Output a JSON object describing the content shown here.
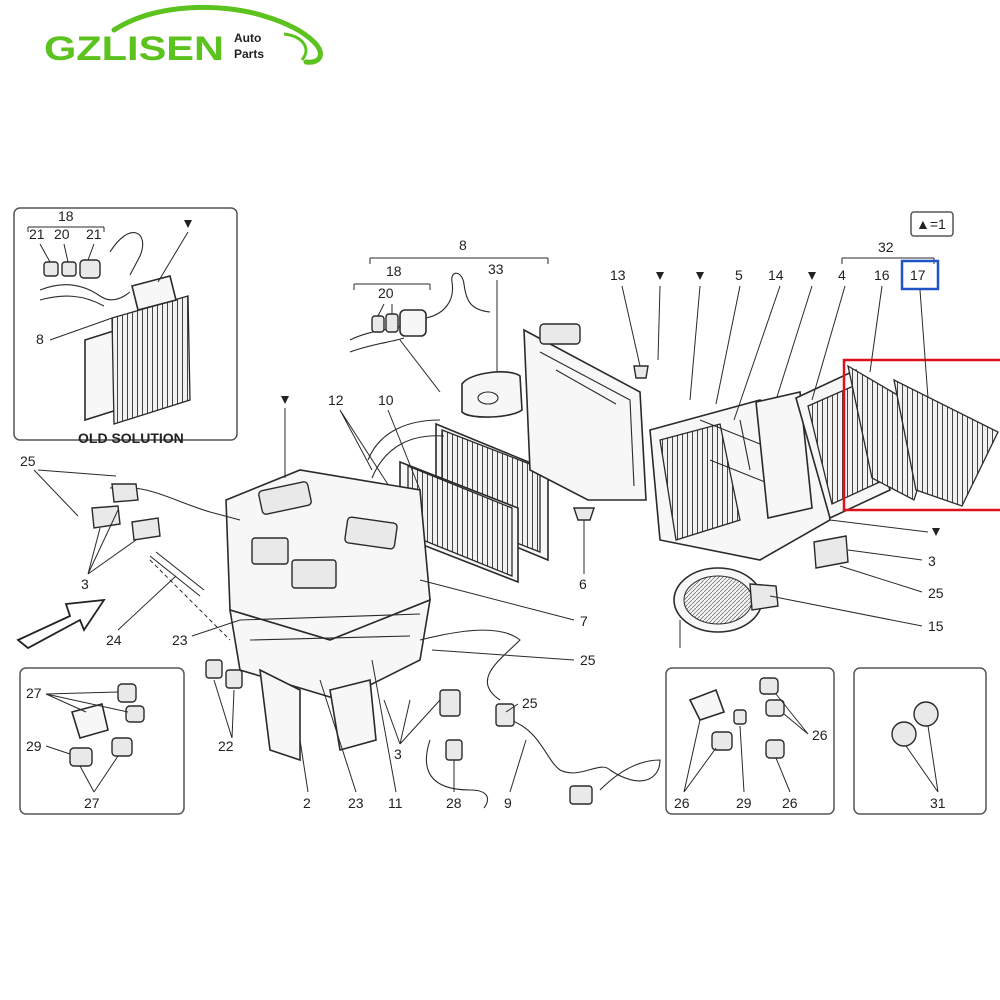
{
  "logo": {
    "brand": "GZLISEN",
    "sub_top": "Auto",
    "sub_bottom": "Parts",
    "color": "#5cc21e"
  },
  "legend": {
    "text": "▲=1"
  },
  "inset_old": {
    "caption": "OLD SOLUTION"
  },
  "highlight": {
    "red": "#e0101a",
    "blue": "#1f54c8"
  },
  "callouts": {
    "c8_main": "8",
    "c18_main": "18",
    "c20_main": "20",
    "c33": "33",
    "c13": "13",
    "c5": "5",
    "c14": "14",
    "c4": "4",
    "c16": "16",
    "c17": "17",
    "c32": "32",
    "c12": "12",
    "c10": "10",
    "c6": "6",
    "c7": "7",
    "c3_right": "3",
    "c25_right": "25",
    "c15": "15",
    "c25_left": "25",
    "c3_left": "3",
    "c24": "24",
    "c23_left": "23",
    "c25_mid": "25",
    "c25_mid2": "25",
    "c22": "22",
    "c2": "2",
    "c23_bot": "23",
    "c11": "11",
    "c3_bot": "3",
    "c28": "28",
    "c9": "9",
    "c18_old": "18",
    "c21_old_a": "21",
    "c20_old": "20",
    "c21_old_b": "21",
    "c8_old": "8",
    "c27_top": "27",
    "c29_left": "29",
    "c27_bot": "27",
    "c26_a": "26",
    "c26_b": "26",
    "c29_right": "29",
    "c26_c": "26",
    "c31": "31"
  }
}
